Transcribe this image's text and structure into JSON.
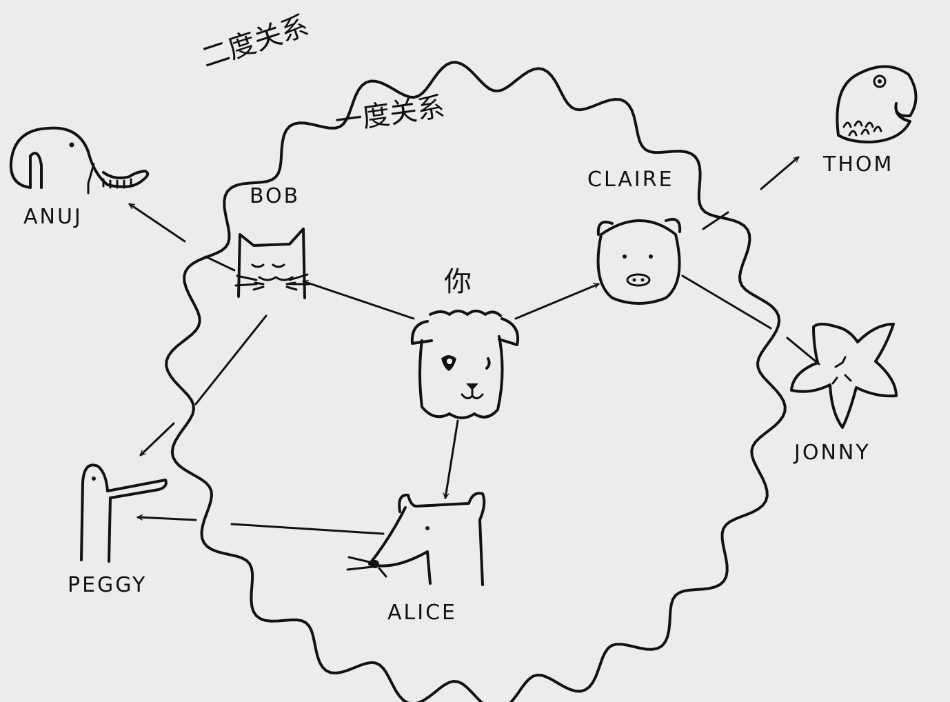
{
  "rings": {
    "second_degree": "二度关系",
    "first_degree": "一度关系"
  },
  "nodes": {
    "you": "你",
    "bob": "BOB",
    "claire": "CLAIRE",
    "alice": "ALICE",
    "anuj": "ANUJ",
    "thom": "THOM",
    "peggy": "PEGGY",
    "jonny": "JONNY"
  },
  "icons": {
    "you": "dog-icon",
    "bob": "cat-icon",
    "claire": "pig-icon",
    "alice": "rat-icon",
    "anuj": "elephant-icon",
    "thom": "fish-icon",
    "peggy": "bird-icon",
    "jonny": "starfish-icon"
  },
  "edges": [
    {
      "from": "you",
      "to": "bob"
    },
    {
      "from": "you",
      "to": "claire"
    },
    {
      "from": "you",
      "to": "alice"
    },
    {
      "from": "bob",
      "to": "anuj"
    },
    {
      "from": "bob",
      "to": "peggy"
    },
    {
      "from": "alice",
      "to": "peggy"
    },
    {
      "from": "claire",
      "to": "thom"
    },
    {
      "from": "claire",
      "to": "jonny"
    }
  ]
}
